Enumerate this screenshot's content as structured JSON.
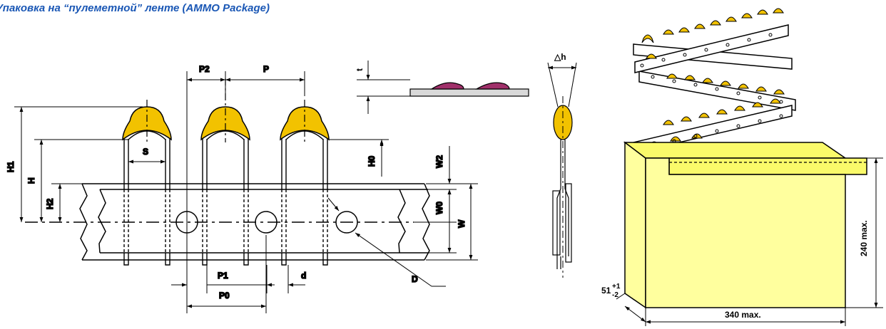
{
  "title": "Упаковка на “пулеметной” ленте (AMMO Package)",
  "colors": {
    "title": "#1a57b5",
    "capacitor_body": "#f2c200",
    "box_fill": "#ffff9e",
    "box_top": "#fafa6a",
    "film_lead": "#a0306a",
    "strip_fill": "#d9d9d9"
  },
  "tape_drawing": {
    "labels": {
      "p2": "P2",
      "p": "P",
      "s": "S",
      "h1": "H1",
      "h": "H",
      "h2": "H2",
      "h0": "H0",
      "w2": "W2",
      "w0": "W0",
      "w": "W",
      "p1": "P1",
      "p0": "P0",
      "d": "d",
      "d_hole": "D"
    }
  },
  "thickness_view": {
    "label": "t"
  },
  "side_view": {
    "label": "△h"
  },
  "box_view": {
    "height": "240 max.",
    "width": "340 max.",
    "depth_base": "51",
    "depth_tol_plus": "+1",
    "depth_tol_minus": "-2"
  }
}
